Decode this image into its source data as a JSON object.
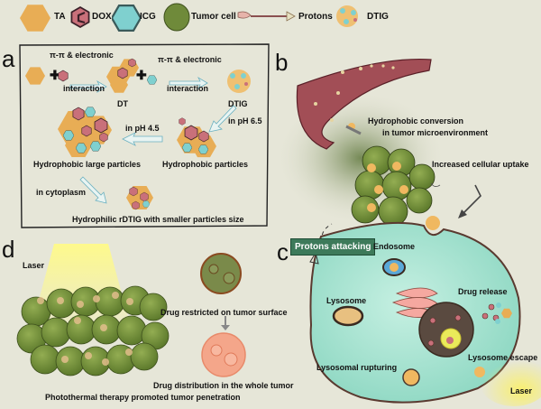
{
  "legend": {
    "items": [
      {
        "icon": "ta-hexagon-icon",
        "label": "TA",
        "color": "#e8ad55"
      },
      {
        "icon": "dox-hexagon-icon",
        "label": "DOX",
        "color": "#c9707a"
      },
      {
        "icon": "icg-hexagon-icon",
        "label": "ICG",
        "color": "#7fd0cf"
      },
      {
        "icon": "tumor-cell-icon",
        "label": "Tumor cell",
        "color": "#6f8a3a"
      },
      {
        "icon": "proton-arrow-icon",
        "label": "Protons",
        "color": "#a06060"
      },
      {
        "icon": "dtig-particle-icon",
        "label": "DTIG",
        "color": "#f0b860"
      }
    ]
  },
  "panel_a": {
    "label": "a",
    "step1_label_top": "π-π & electronic",
    "step1_label_bottom": "interaction",
    "dt_label": "DT",
    "step2_label_top": "π-π & electronic",
    "step2_label_bottom": "interaction",
    "dtig_label": "DTIG",
    "ph65_label": "in pH 6.5",
    "ph45_label": "in pH 4.5",
    "large_particles_label": "Hydrophobic large particles",
    "particles_label": "Hydrophobic particles",
    "cytoplasm_label": "in  cytoplasm",
    "rdtig_label": "Hydrophilic rDTIG with smaller particles size"
  },
  "panel_b": {
    "label": "b",
    "conversion_line1": "Hydrophobic conversion",
    "conversion_line2": "in tumor microenvironment",
    "uptake_label": "Increased cellular uptake"
  },
  "panel_c": {
    "label": "c",
    "protons_button": "Protons attacking",
    "endosome_label": "Endosome",
    "lysosome_label": "Lysosome",
    "drug_release_label": "Drug release",
    "lysosomal_rupturing_label": "Lysosomal rupturing",
    "lysosome_escape_label": "Lysosome escape",
    "laser_label": "Laser"
  },
  "panel_d": {
    "label": "d",
    "laser_label": "Laser",
    "restricted_label": "Drug  restricted on tumor surface",
    "distribution_label": "Drug distribution in the whole tumor",
    "ptt_label": "Photothermal therapy promoted tumor penetration"
  },
  "colors": {
    "background": "#e6e6d8",
    "ta": "#e8ad55",
    "dox": "#c9707a",
    "icg": "#7fd0cf",
    "tumor": "#6f8a3a",
    "vessel": "#9e4a52",
    "cell": "#aee6d6",
    "nucleus": "#5a4a40",
    "protons_box": "#3d7a5a",
    "laser": "#f6f07a"
  }
}
